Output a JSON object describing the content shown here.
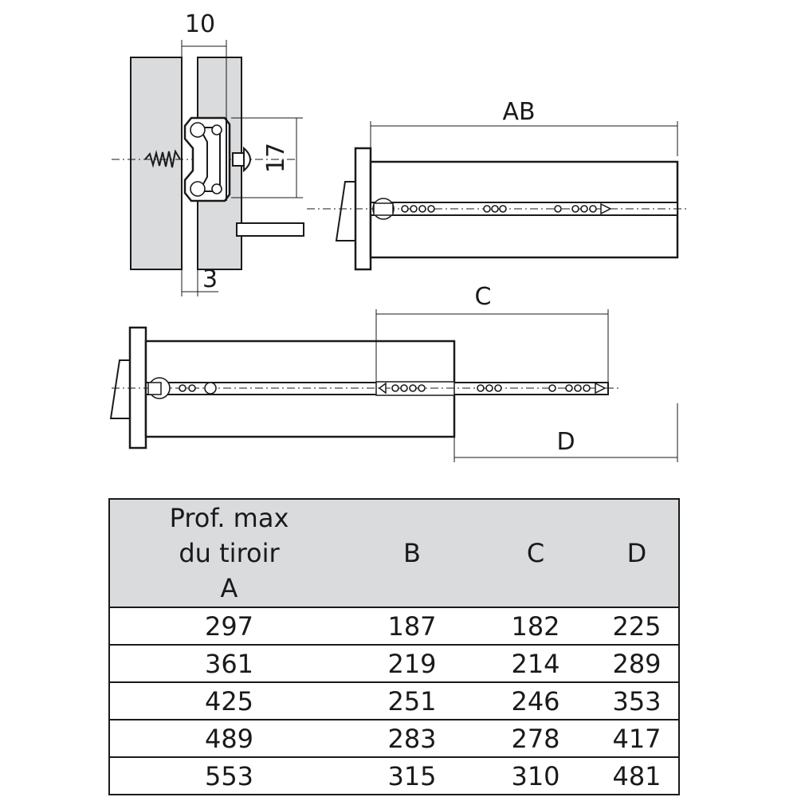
{
  "drawing": {
    "dimensions": {
      "d10": "10",
      "d17": "17",
      "d3": "3",
      "dAB": "AB",
      "dC": "C",
      "dD": "D"
    }
  },
  "table": {
    "headers": [
      "Prof. max\ndu tiroir\nA",
      "B",
      "C",
      "D"
    ],
    "rows": [
      [
        "297",
        "187",
        "182",
        "225"
      ],
      [
        "361",
        "219",
        "214",
        "289"
      ],
      [
        "425",
        "251",
        "246",
        "353"
      ],
      [
        "489",
        "283",
        "278",
        "417"
      ],
      [
        "553",
        "315",
        "310",
        "481"
      ]
    ]
  }
}
